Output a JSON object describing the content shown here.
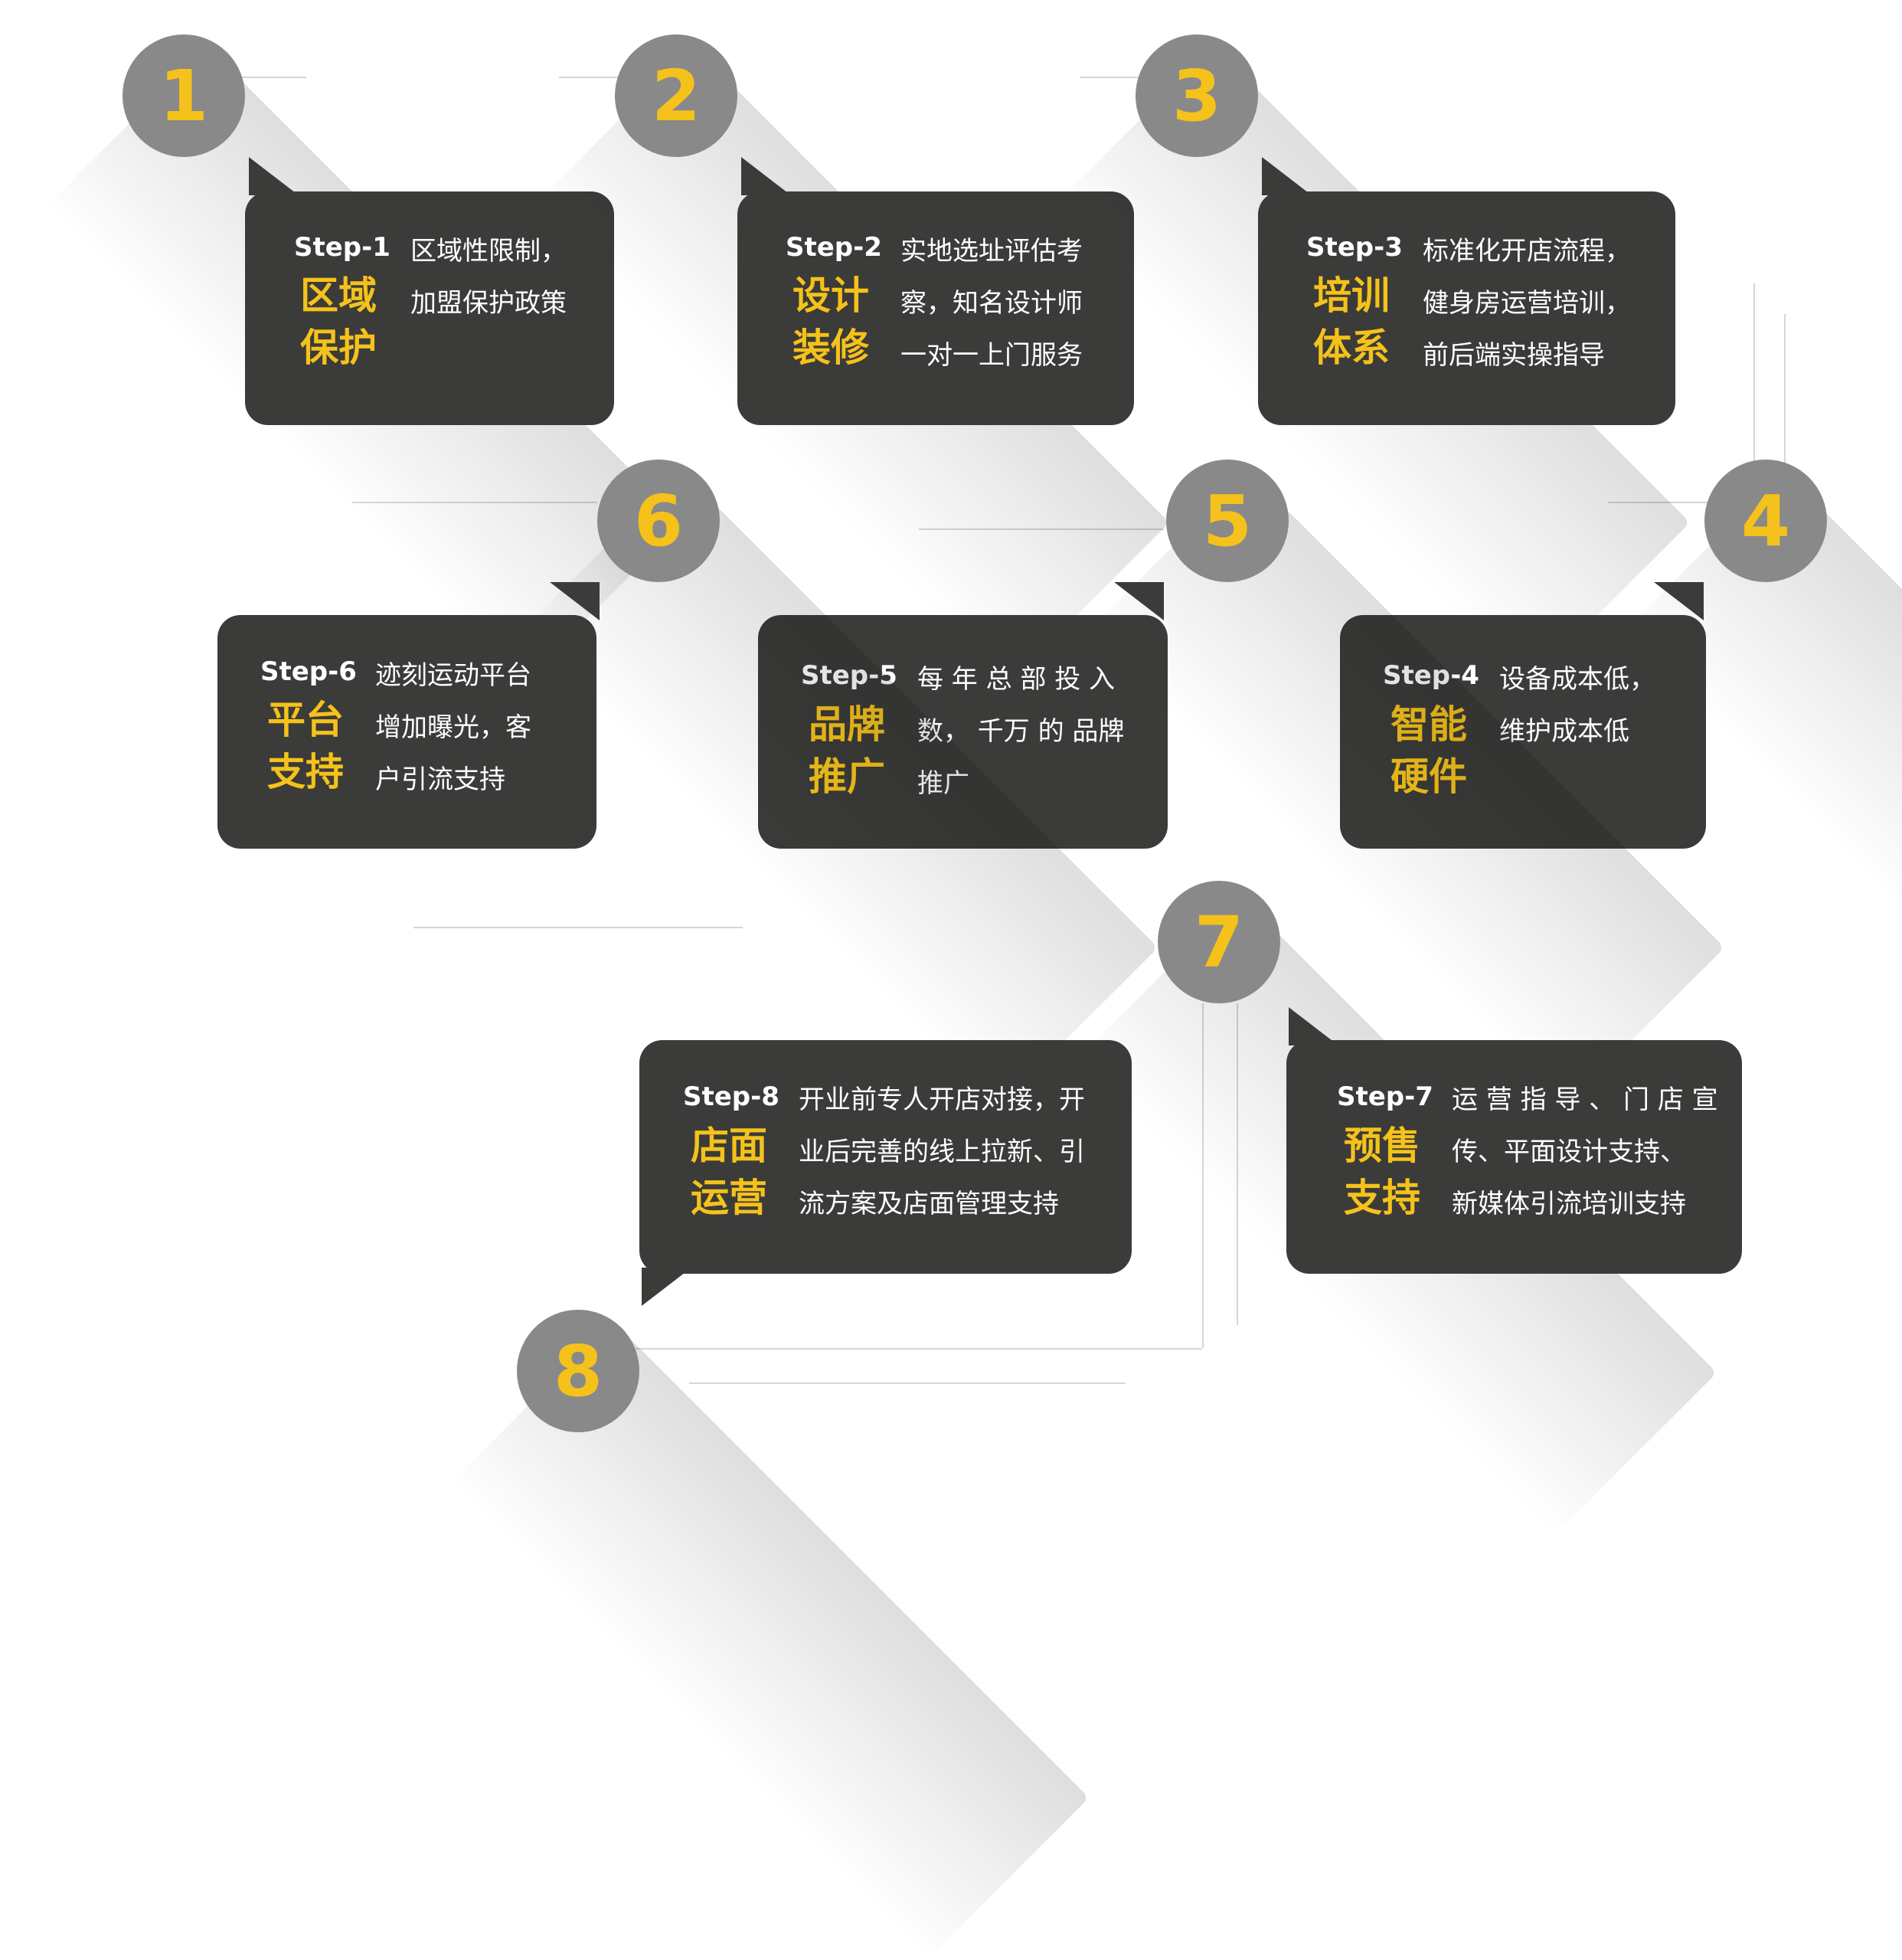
{
  "colors": {
    "accent": "#f5c21b",
    "bubble": "#3b3b39",
    "circle": "#898989",
    "text": "#ffffff"
  },
  "steps": [
    {
      "number": "1",
      "label": "Step-1",
      "title_lines": [
        "区域",
        "保护"
      ],
      "desc_lines": [
        "区域性限制，",
        "加盟保护政策"
      ]
    },
    {
      "number": "2",
      "label": "Step-2",
      "title_lines": [
        "设计",
        "装修"
      ],
      "desc_lines": [
        "实地选址评估考",
        "察，知名设计师",
        "一对一上门服务"
      ]
    },
    {
      "number": "3",
      "label": "Step-3",
      "title_lines": [
        "培训",
        "体系"
      ],
      "desc_lines": [
        "标准化开店流程，",
        "健身房运营培训，",
        "前后端实操指导"
      ]
    },
    {
      "number": "4",
      "label": "Step-4",
      "title_lines": [
        "智能",
        "硬件"
      ],
      "desc_lines": [
        "设备成本低，",
        "维护成本低"
      ]
    },
    {
      "number": "5",
      "label": "Step-5",
      "title_lines": [
        "品牌",
        "推广"
      ],
      "desc_lines": [
        "每 年 总 部 投 入",
        "数， 千万 的 品牌",
        "推广"
      ]
    },
    {
      "number": "6",
      "label": "Step-6",
      "title_lines": [
        "平台",
        "支持"
      ],
      "desc_lines": [
        "迹刻运动平台",
        "增加曝光，客",
        "户引流支持"
      ]
    },
    {
      "number": "7",
      "label": "Step-7",
      "title_lines": [
        "预售",
        "支持"
      ],
      "desc_lines": [
        "运 营 指 导 、 门 店 宣",
        "传、平面设计支持、",
        "新媒体引流培训支持"
      ]
    },
    {
      "number": "8",
      "label": "Step-8",
      "title_lines": [
        "店面",
        "运营"
      ],
      "desc_lines": [
        "开业前专人开店对接，开",
        "业后完善的线上拉新、引",
        "流方案及店面管理支持"
      ]
    }
  ]
}
